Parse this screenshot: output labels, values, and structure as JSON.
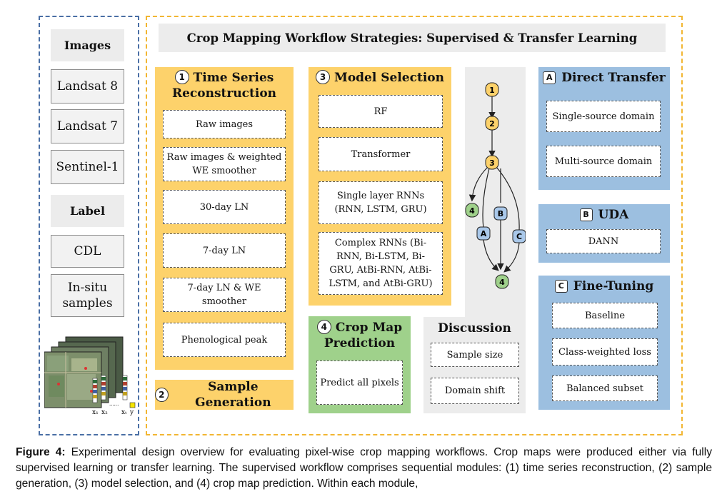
{
  "left": {
    "images_title": "Images",
    "images": [
      "Landsat 8",
      "Landsat 7",
      "Sentinel-1"
    ],
    "label_title": "Label",
    "labels": [
      "CDL",
      "In-situ samples"
    ],
    "axis_labels": [
      "x₁",
      "x₂",
      "......",
      "xₜ",
      "y"
    ]
  },
  "title": "Crop Mapping Workflow Strategies: Supervised & Transfer Learning",
  "module1": {
    "num": "1",
    "title_line1": "Time Series",
    "title_line2": "Reconstruction",
    "items": [
      "Raw images",
      "Raw images & weighted WE smoother",
      "30-day LN",
      "7-day LN",
      "7-day LN & WE smoother",
      "Phenological peak"
    ]
  },
  "module2": {
    "num": "2",
    "title": "Sample Generation"
  },
  "module3": {
    "num": "3",
    "title": "Model Selection",
    "items": [
      "RF",
      "Transformer",
      "Single layer RNNs (RNN, LSTM, GRU)",
      "Complex RNNs (Bi-RNN, Bi-LSTM, Bi-GRU, AtBi-RNN, AtBi-LSTM, and AtBi-GRU)"
    ]
  },
  "module4": {
    "num": "4",
    "title_line1": "Crop Map",
    "title_line2": "Prediction",
    "item": "Predict all pixels"
  },
  "flow": {
    "nodes": [
      "1",
      "2",
      "3",
      "4",
      "4"
    ],
    "branches": [
      "A",
      "B",
      "C"
    ]
  },
  "discussion": {
    "title": "Discussion",
    "items": [
      "Sample size",
      "Domain shift"
    ]
  },
  "strategyA": {
    "letter": "A",
    "title": "Direct Transfer",
    "items": [
      "Single-source domain",
      "Multi-source domain"
    ]
  },
  "strategyB": {
    "letter": "B",
    "title": "UDA",
    "items": [
      "DANN"
    ]
  },
  "strategyC": {
    "letter": "C",
    "title": "Fine-Tuning",
    "items": [
      "Baseline",
      "Class-weighted loss",
      "Balanced subset"
    ]
  },
  "caption": {
    "label": "Figure 4:",
    "text": " Experimental design overview for evaluating pixel-wise crop mapping workflows. Crop maps were produced either via fully supervised learning or transfer learning. The supervised workflow comprises sequential modules: (1) time series reconstruction, (2) sample generation, (3) model selection, and (4) crop map prediction. Within each module,"
  },
  "colors": {
    "left_border": "#4a6fa5",
    "main_border": "#f2b632",
    "yellow": "#fdd26b",
    "green": "#9fd18b",
    "blue": "#9cbfe0",
    "grey": "#ececec",
    "node_yellow": "#fdd26b",
    "node_green": "#9fd18b",
    "node_blue": "#a9c8ea"
  }
}
